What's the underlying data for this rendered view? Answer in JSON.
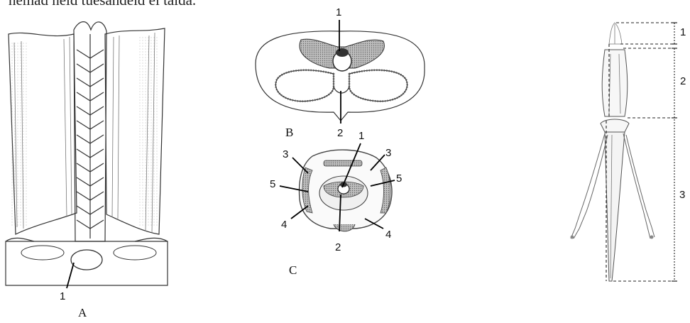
{
  "header_text": "hemad neid tuesandeid ei talda.",
  "panel_a": {
    "letter": "A",
    "callouts": [
      "1"
    ]
  },
  "panel_b": {
    "letter": "B",
    "callouts": [
      "1",
      "2"
    ]
  },
  "panel_c": {
    "letter": "C",
    "callouts": [
      "1",
      "2",
      "3",
      "3",
      "4",
      "4",
      "5",
      "5"
    ]
  },
  "right_figure": {
    "segment_labels": [
      "1",
      "2",
      "3"
    ]
  },
  "colors": {
    "ink": "#333333",
    "hatch": "#555555",
    "shading": "#cfcfcf",
    "leader": "#000000"
  }
}
